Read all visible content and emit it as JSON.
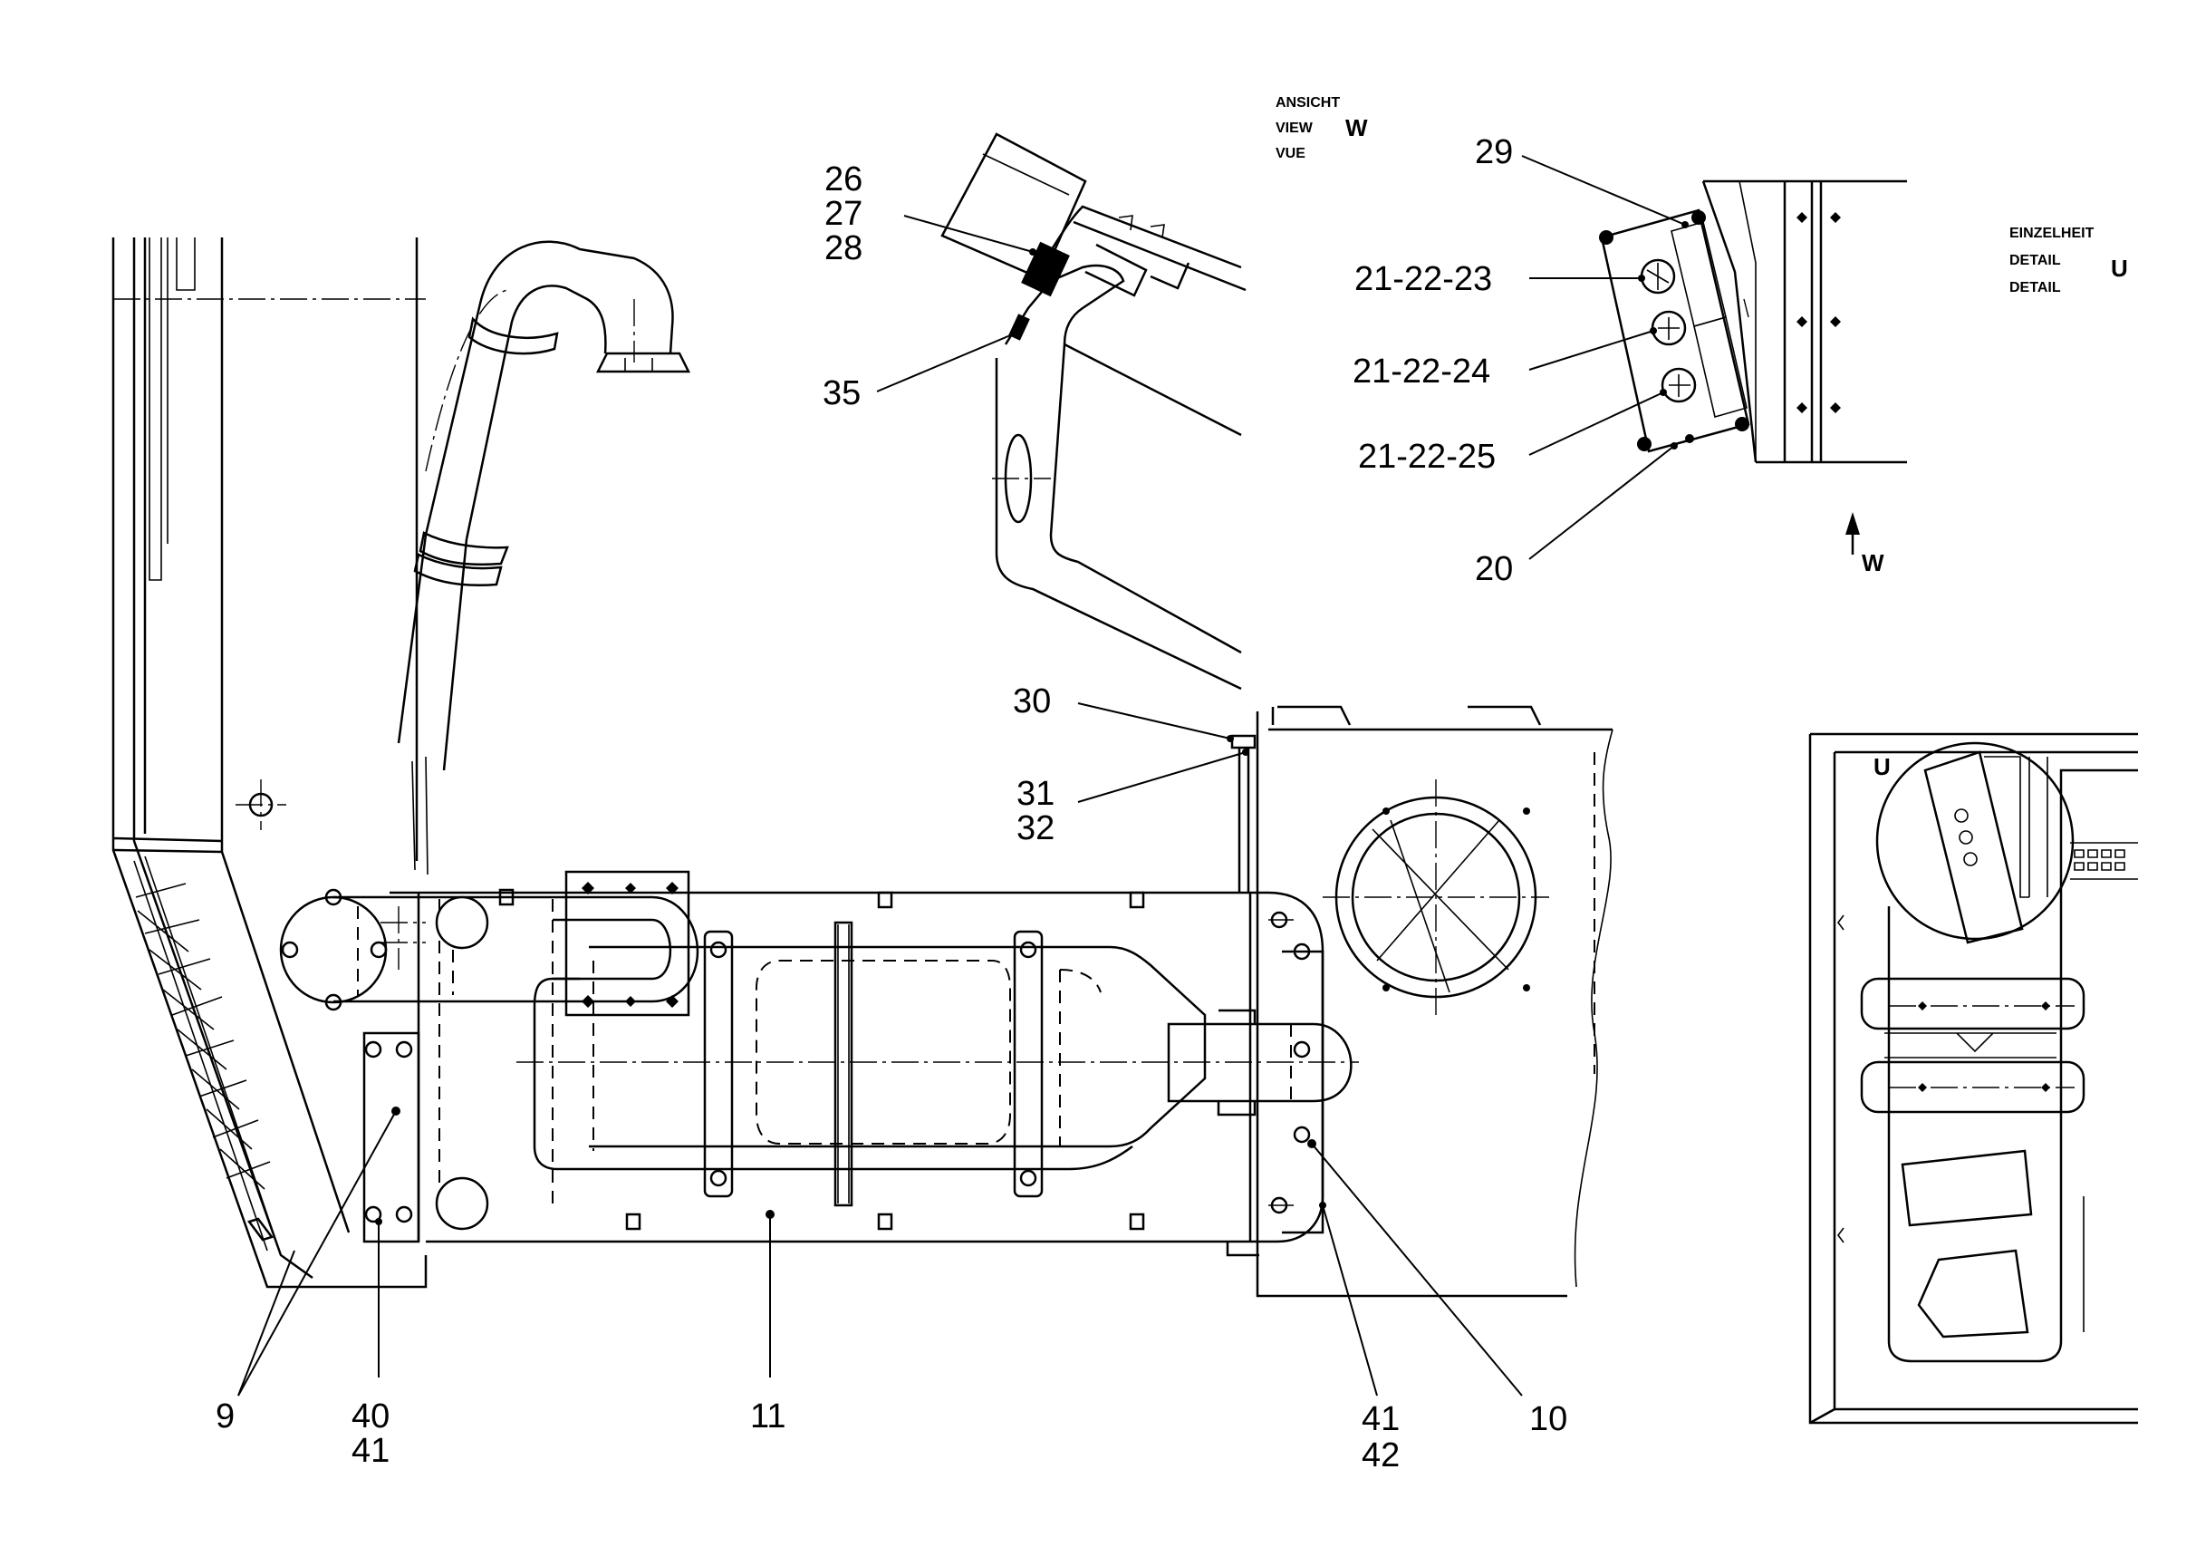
{
  "view_w": {
    "lines": [
      "ANSICHT",
      "VIEW",
      "VUE"
    ],
    "letter": "W"
  },
  "detail_u": {
    "lines": [
      "EINZELHEIT",
      "DETAIL",
      "DETAIL"
    ],
    "letter": "U"
  },
  "arrow_letter": "W",
  "inset_letter": "U",
  "callouts": {
    "c26": "26",
    "c27": "27",
    "c28": "28",
    "c35": "35",
    "c29": "29",
    "c21_22_23": "21-22-23",
    "c21_22_24": "21-22-24",
    "c21_22_25": "21-22-25",
    "c20": "20",
    "c30": "30",
    "c31": "31",
    "c32": "32",
    "c9": "9",
    "c40": "40",
    "c41a": "41",
    "c11": "11",
    "c41b": "41",
    "c42": "42",
    "c10": "10"
  }
}
